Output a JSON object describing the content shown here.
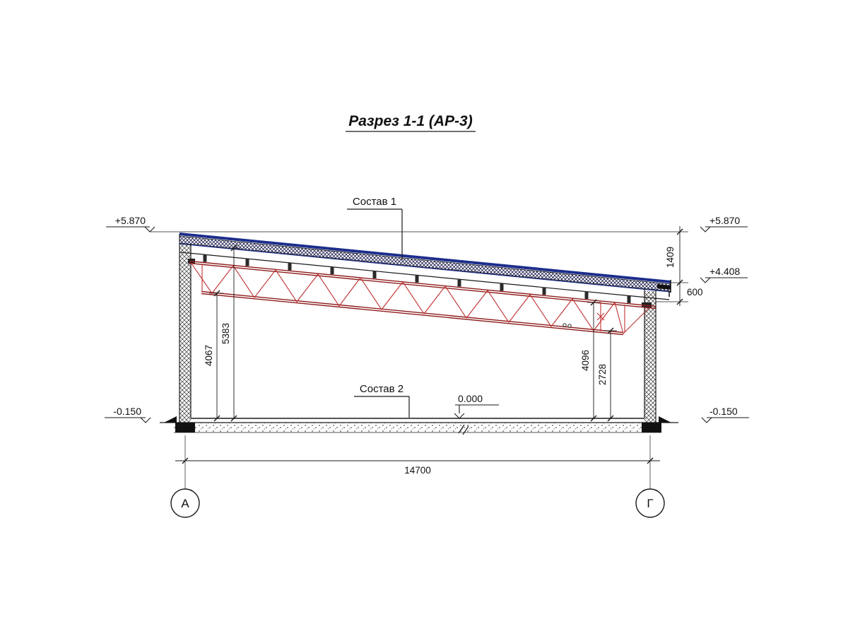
{
  "title": "Разрез 1-1 (АР-3)",
  "labels": {
    "sostav1": "Состав 1",
    "sostav2": "Состав 2"
  },
  "elevations": {
    "left_top": "+5.870",
    "left_ground": "-0.150",
    "right_top": "+5.870",
    "right_eave": "+4.408",
    "right_ground": "-0.150",
    "floor": "0.000"
  },
  "dimensions": {
    "span": "14700",
    "parapet_height": "1409",
    "bearing": "600",
    "left_to_bottom_chord": "4067",
    "left_to_roof": "5383",
    "right_to_top_chord": "4096",
    "right_to_bottom_chord": "2728"
  },
  "grid_axes": {
    "left": "А",
    "right": "Г"
  },
  "colors": {
    "truss": "#b22222",
    "roof_membrane": "#1c2e8c",
    "line": "#1a1a1a"
  }
}
